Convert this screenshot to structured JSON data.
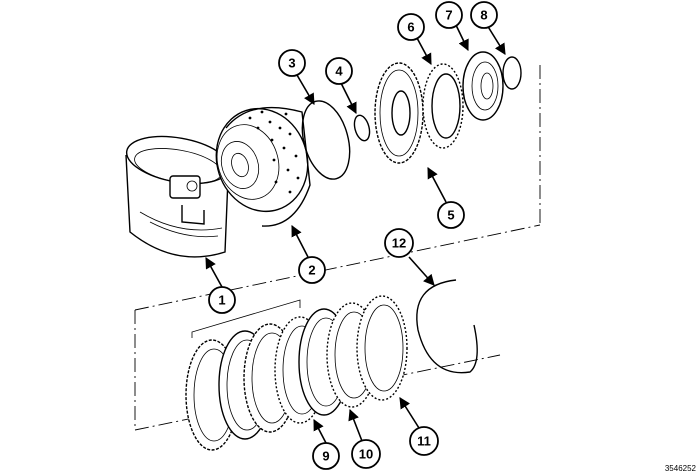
{
  "figure_id": "3546252",
  "callouts": [
    {
      "label": "1"
    },
    {
      "label": "2"
    },
    {
      "label": "3"
    },
    {
      "label": "4"
    },
    {
      "label": "5"
    },
    {
      "label": "6"
    },
    {
      "label": "7"
    },
    {
      "label": "8"
    },
    {
      "label": "9"
    },
    {
      "label": "10"
    },
    {
      "label": "11"
    },
    {
      "label": "12"
    }
  ]
}
